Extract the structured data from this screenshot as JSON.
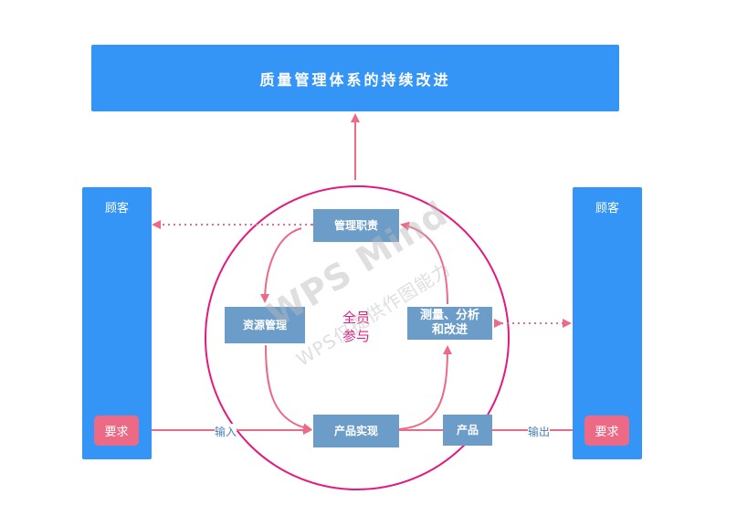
{
  "title": "质量管理体系的持续改进",
  "customer_left": "顾客",
  "customer_right": "顾客",
  "requirement_left": "要求",
  "requirement_right": "要求",
  "processes": {
    "management": "管理职责",
    "resource": "资源管理",
    "measure": "测量、分析和改进",
    "realization": "产品实现"
  },
  "center_text": "全员参与",
  "product": "产品",
  "input_label": "输入",
  "output_label": "输出",
  "watermark": {
    "line1": "WPS Mind",
    "line2": "WPS仅提供作图能力"
  },
  "colors": {
    "blue": "#3595f6",
    "steel": "#6b9dc8",
    "pink": "#ec6a86",
    "magenta": "#e3197e"
  }
}
